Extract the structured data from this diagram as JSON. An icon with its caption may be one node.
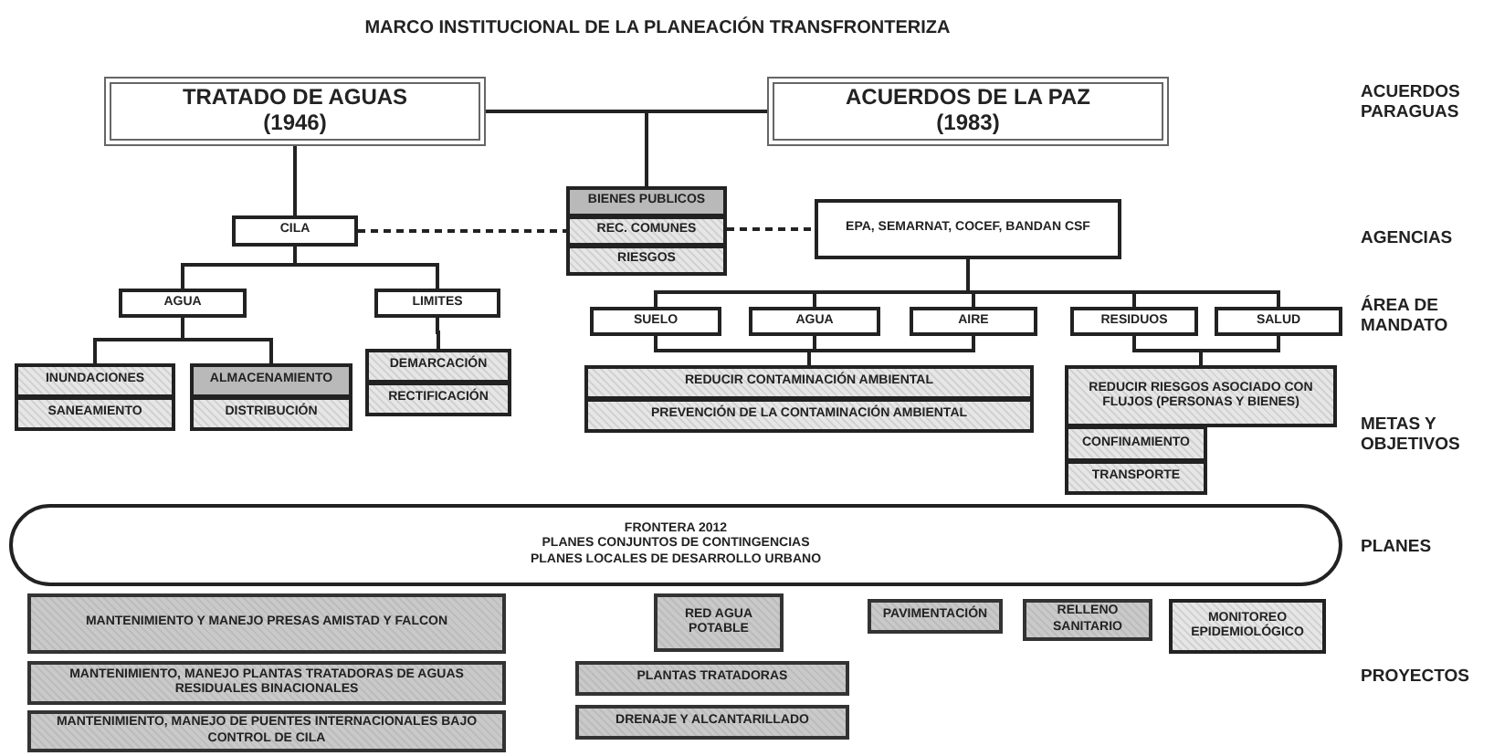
{
  "diagram": {
    "title": "MARCO INSTITUCIONAL DE LA PLANEACIÓN TRANSFRONTERIZA",
    "nodes": [
      {
        "text": [
          "TRATADO DE AGUAS",
          "(1946)"
        ]
      },
      {
        "text": [
          "ACUERDOS DE LA PAZ",
          "(1983)"
        ]
      },
      {
        "text": [
          "BIENES PUBLICOS"
        ]
      },
      {
        "text": [
          "REC. COMUNES"
        ]
      },
      {
        "text": [
          "RIESGOS"
        ]
      },
      {
        "text": [
          "CILA"
        ]
      },
      {
        "text": [
          "EPA, SEMARNAT, COCEF, BANDAN CSF"
        ]
      },
      {
        "text": [
          "AGUA"
        ]
      },
      {
        "text": [
          "LIMITES"
        ]
      },
      {
        "text": [
          "INUNDACIONES"
        ]
      },
      {
        "text": [
          "SANEAMIENTO"
        ]
      },
      {
        "text": [
          "ALMACENAMIENTO"
        ]
      },
      {
        "text": [
          "DISTRIBUCIÓN"
        ]
      },
      {
        "text": [
          "DEMARCACIÓN"
        ]
      },
      {
        "text": [
          "RECTIFICACIÓN"
        ]
      },
      {
        "text": [
          "SUELO"
        ]
      },
      {
        "text": [
          "AGUA"
        ]
      },
      {
        "text": [
          "AIRE"
        ]
      },
      {
        "text": [
          "RESIDUOS"
        ]
      },
      {
        "text": [
          "SALUD"
        ]
      },
      {
        "text": [
          "REDUCIR CONTAMINACIÓN AMBIENTAL"
        ]
      },
      {
        "text": [
          "PREVENCIÓN DE LA CONTAMINACIÓN AMBIENTAL"
        ]
      },
      {
        "text": [
          "REDUCIR RIESGOS ASOCIADO CON FLUJOS (PERSONAS Y BIENES)"
        ]
      },
      {
        "text": [
          "CONFINAMIENTO"
        ]
      },
      {
        "text": [
          "TRANSPORTE"
        ]
      },
      {
        "text": [
          "FRONTERA 2012",
          "PLANES CONJUNTOS DE CONTINGENCIAS",
          "PLANES LOCALES DE DESARROLLO URBANO"
        ]
      },
      {
        "text": [
          "MANTENIMIENTO Y MANEJO PRESAS AMISTAD Y FALCON"
        ]
      },
      {
        "text": [
          "MANTENIMIENTO, MANEJO PLANTAS TRATADORAS DE AGUAS RESIDUALES BINACIONALES"
        ]
      },
      {
        "text": [
          "MANTENIMIENTO, MANEJO DE PUENTES INTERNACIONALES BAJO CONTROL DE CILA"
        ]
      },
      {
        "text": [
          "RED AGUA POTABLE"
        ]
      },
      {
        "text": [
          "PLANTAS TRATADORAS"
        ]
      },
      {
        "text": [
          "DRENAJE Y ALCANTARILLADO"
        ]
      },
      {
        "text": [
          "PAVIMENTACIÓN"
        ]
      },
      {
        "text": [
          "RELLENO SANITARIO"
        ]
      },
      {
        "text": [
          "MONITOREO EPIDEMIOLÓGICO"
        ]
      }
    ],
    "edges": [
      {
        "from": 0,
        "to": 2,
        "arrow": "none"
      },
      {
        "from": 1,
        "to": 2,
        "arrow": "none"
      },
      {
        "from": 0,
        "to": 5,
        "arrow": "none"
      },
      {
        "from": 5,
        "to": 3,
        "arrow": "none",
        "style": "dashed"
      },
      {
        "from": 3,
        "to": 6,
        "arrow": "none",
        "style": "dashed"
      },
      {
        "from": 5,
        "to": 7,
        "arrow": "none"
      },
      {
        "from": 5,
        "to": 8,
        "arrow": "none"
      },
      {
        "from": 7,
        "to": 9,
        "arrow": "none"
      },
      {
        "from": 7,
        "to": 11,
        "arrow": "none"
      },
      {
        "from": 8,
        "to": 13,
        "arrow": "none"
      },
      {
        "from": 6,
        "to": 15,
        "arrow": "none"
      },
      {
        "from": 6,
        "to": 16,
        "arrow": "none"
      },
      {
        "from": 6,
        "to": 17,
        "arrow": "none"
      },
      {
        "from": 6,
        "to": 18,
        "arrow": "none"
      },
      {
        "from": 6,
        "to": 19,
        "arrow": "none"
      },
      {
        "from": 15,
        "to": 20,
        "arrow": "none"
      },
      {
        "from": 16,
        "to": 20,
        "arrow": "none"
      },
      {
        "from": 17,
        "to": 20,
        "arrow": "none"
      },
      {
        "from": 18,
        "to": 22,
        "arrow": "none"
      },
      {
        "from": 19,
        "to": 22,
        "arrow": "none"
      }
    ],
    "labels": [
      "ACUERDOS PARAGUAS",
      "AGENCIAS",
      "ÁREA DE MANDATO",
      "METAS Y OBJETIVOS",
      "PLANES",
      "PROYECTOS"
    ]
  }
}
